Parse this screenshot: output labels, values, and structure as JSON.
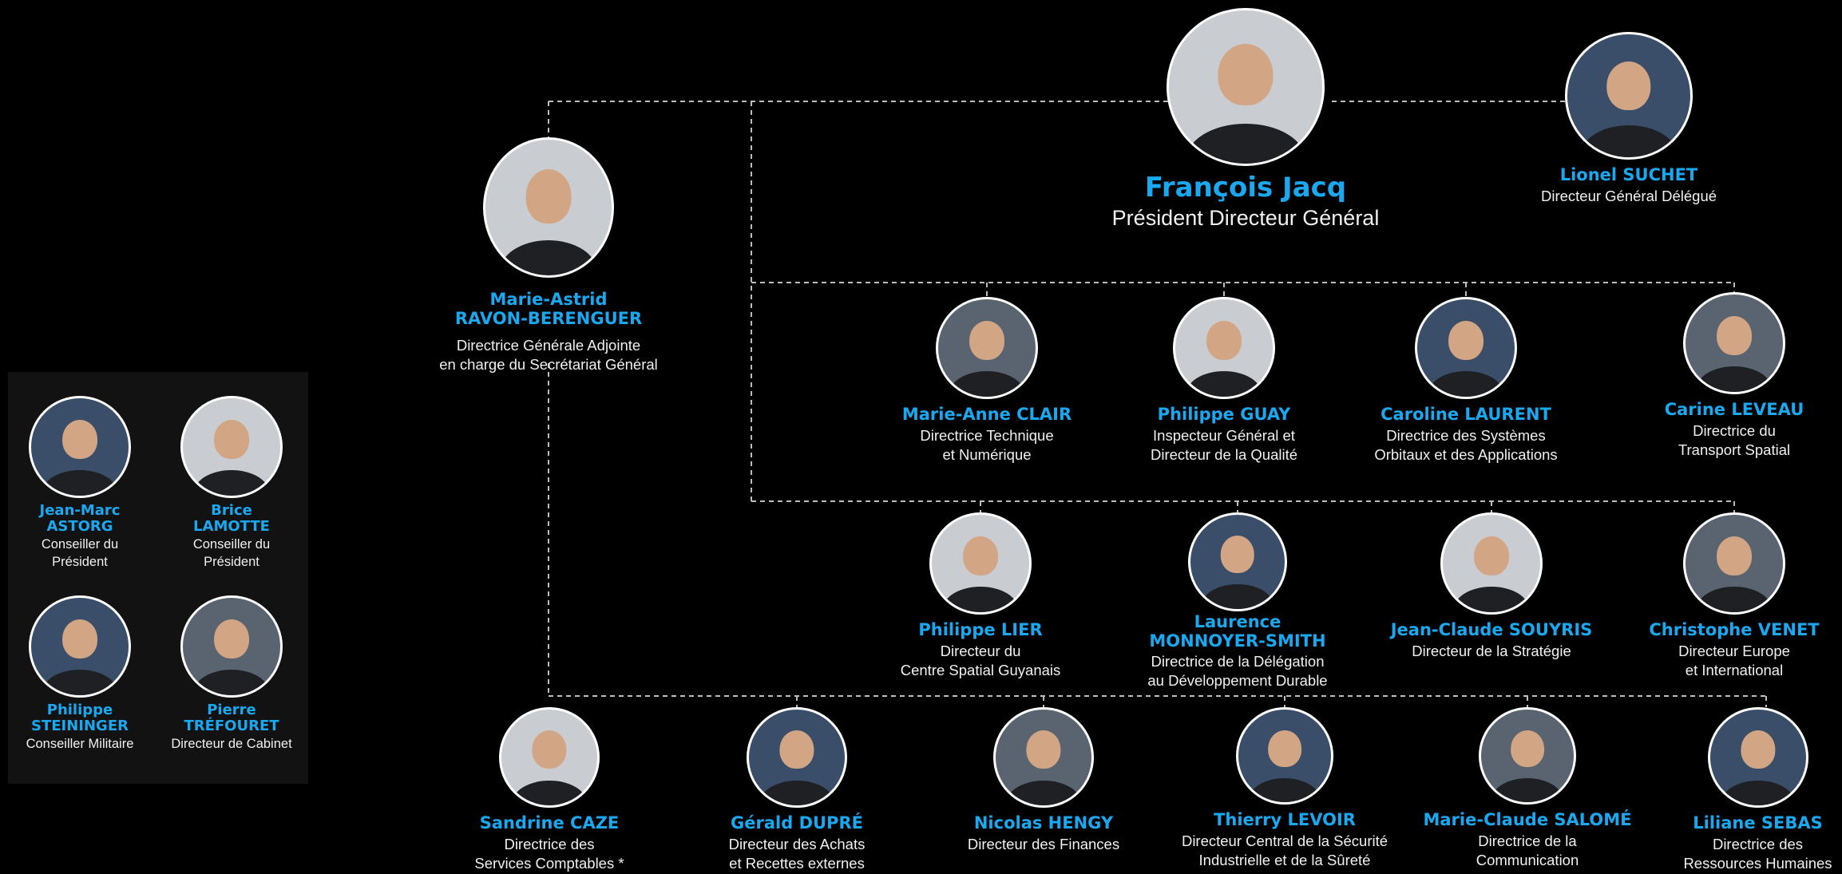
{
  "president": {
    "name": "François Jacq",
    "role": "Président Directeur Général"
  },
  "deputy": {
    "name": "Lionel SUCHET",
    "role": "Directeur Général Délégué"
  },
  "secretary_general": {
    "name_line1": "Marie-Astrid",
    "name_line2": "RAVON-BERENGUER",
    "role_line1": "Directrice Générale Adjointe",
    "role_line2": "en charge du Secrétariat Général"
  },
  "advisors": [
    {
      "name_line1": "Jean-Marc",
      "name_line2": "ASTORG",
      "role_line1": "Conseiller du",
      "role_line2": "Président"
    },
    {
      "name_line1": "Brice",
      "name_line2": "LAMOTTE",
      "role_line1": "Conseiller du",
      "role_line2": "Président"
    },
    {
      "name_line1": "Philippe",
      "name_line2": "STEININGER",
      "role_line1": "Conseiller Militaire",
      "role_line2": ""
    },
    {
      "name_line1": "Pierre",
      "name_line2": "TRÉFOURET",
      "role_line1": "Directeur de Cabinet",
      "role_line2": ""
    }
  ],
  "row1": [
    {
      "name_line1": "Marie-Anne CLAIR",
      "name_line2": "",
      "role_line1": "Directrice Technique",
      "role_line2": "et Numérique"
    },
    {
      "name_line1": "Philippe GUAY",
      "name_line2": "",
      "role_line1": "Inspecteur Général et",
      "role_line2": "Directeur de la Qualité"
    },
    {
      "name_line1": "Caroline LAURENT",
      "name_line2": "",
      "role_line1": "Directrice des Systèmes",
      "role_line2": "Orbitaux et des Applications"
    },
    {
      "name_line1": "Carine LEVEAU",
      "name_line2": "",
      "role_line1": "Directrice du",
      "role_line2": "Transport Spatial"
    }
  ],
  "row2": [
    {
      "name_line1": "Philippe LIER",
      "name_line2": "",
      "role_line1": "Directeur du",
      "role_line2": "Centre Spatial Guyanais"
    },
    {
      "name_line1": "Laurence",
      "name_line2": "MONNOYER-SMITH",
      "role_line1": "Directrice de la Délégation",
      "role_line2": "au Développement Durable"
    },
    {
      "name_line1": "Jean-Claude SOUYRIS",
      "name_line2": "",
      "role_line1": "Directeur de la Stratégie",
      "role_line2": ""
    },
    {
      "name_line1": "Christophe VENET",
      "name_line2": "",
      "role_line1": "Directeur Europe",
      "role_line2": "et International"
    }
  ],
  "row3": [
    {
      "name_line1": "Sandrine CAZE",
      "name_line2": "",
      "role_line1": "Directrice des",
      "role_line2": "Services Comptables *"
    },
    {
      "name_line1": "Gérald DUPRÉ",
      "name_line2": "",
      "role_line1": "Directeur des Achats",
      "role_line2": "et Recettes externes"
    },
    {
      "name_line1": "Nicolas HENGY",
      "name_line2": "",
      "role_line1": "Directeur des Finances",
      "role_line2": ""
    },
    {
      "name_line1": "Thierry LEVOIR",
      "name_line2": "",
      "role_line1": "Directeur Central de la Sécurité",
      "role_line2": "Industrielle et de la Sûreté"
    },
    {
      "name_line1": "Marie-Claude SALOMÉ",
      "name_line2": "",
      "role_line1": "Directrice de la",
      "role_line2": "Communication"
    },
    {
      "name_line1": "Liliane SEBAS",
      "name_line2": "",
      "role_line1": "Directrice des",
      "role_line2": "Ressources Humaines"
    }
  ],
  "colors": {
    "name": "#1aa9f0",
    "text": "#f0f0f0",
    "background": "#000000",
    "panel": "#121212",
    "connector": "#bdbdbd"
  }
}
